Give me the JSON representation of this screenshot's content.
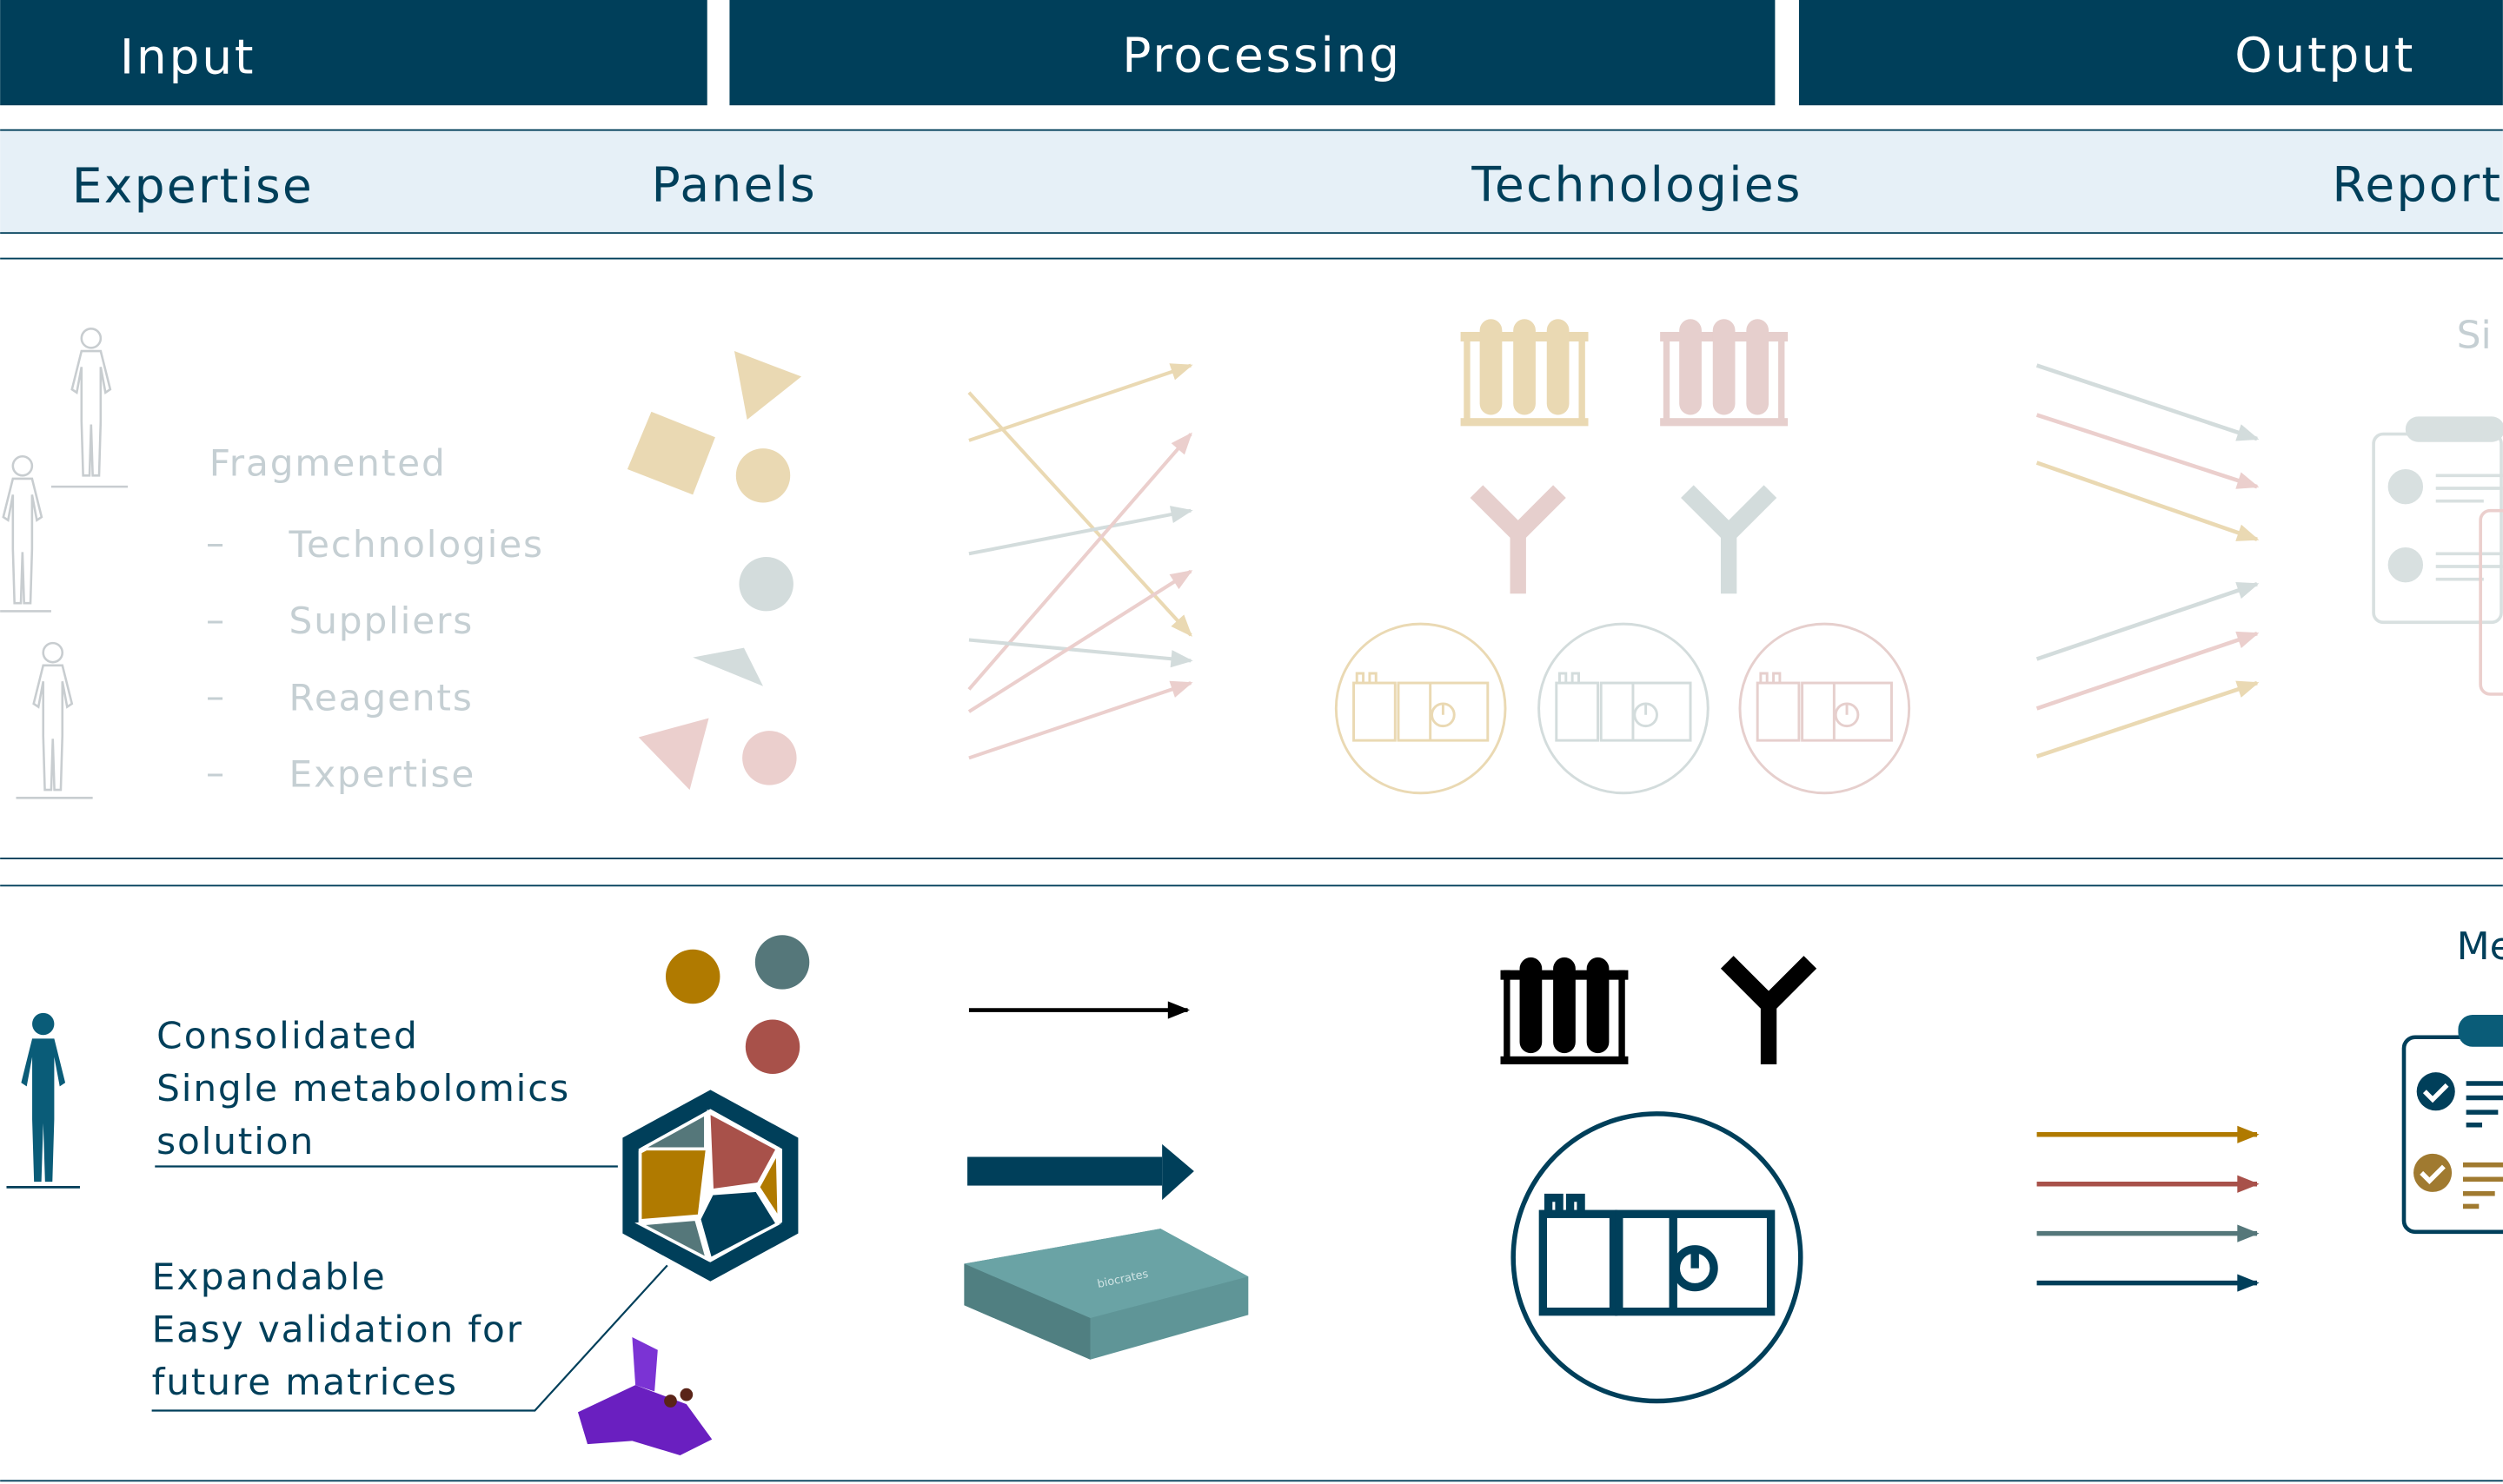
{
  "header": {
    "input": "Input",
    "processing": "Processing",
    "output": "Output"
  },
  "subheader": {
    "expertise": "Expertise",
    "panels": "Panels",
    "technologies": "Technologies",
    "reports": "Reports"
  },
  "fragmented": {
    "title": "Fragmented",
    "dash": "–",
    "items": [
      "Technologies",
      "Suppliers",
      "Reagents",
      "Expertise"
    ],
    "reports_partial": "Si"
  },
  "consolidated": {
    "title": "Consolidated",
    "lines": [
      "Single metabolomics",
      "solution"
    ],
    "expandable_title": "Expandable",
    "expandable_lines": [
      "Easy validation for",
      "future matrices"
    ],
    "reports_partial": "Me",
    "kit_brand": "biocrates"
  },
  "colors": {
    "primary": "#003f5a",
    "light_band": "#e6f0f7",
    "gold": "#b07a00",
    "rust": "#a8514a",
    "slate": "#55777a",
    "kit": "#5f9597",
    "purple": "#6a1fc0"
  }
}
